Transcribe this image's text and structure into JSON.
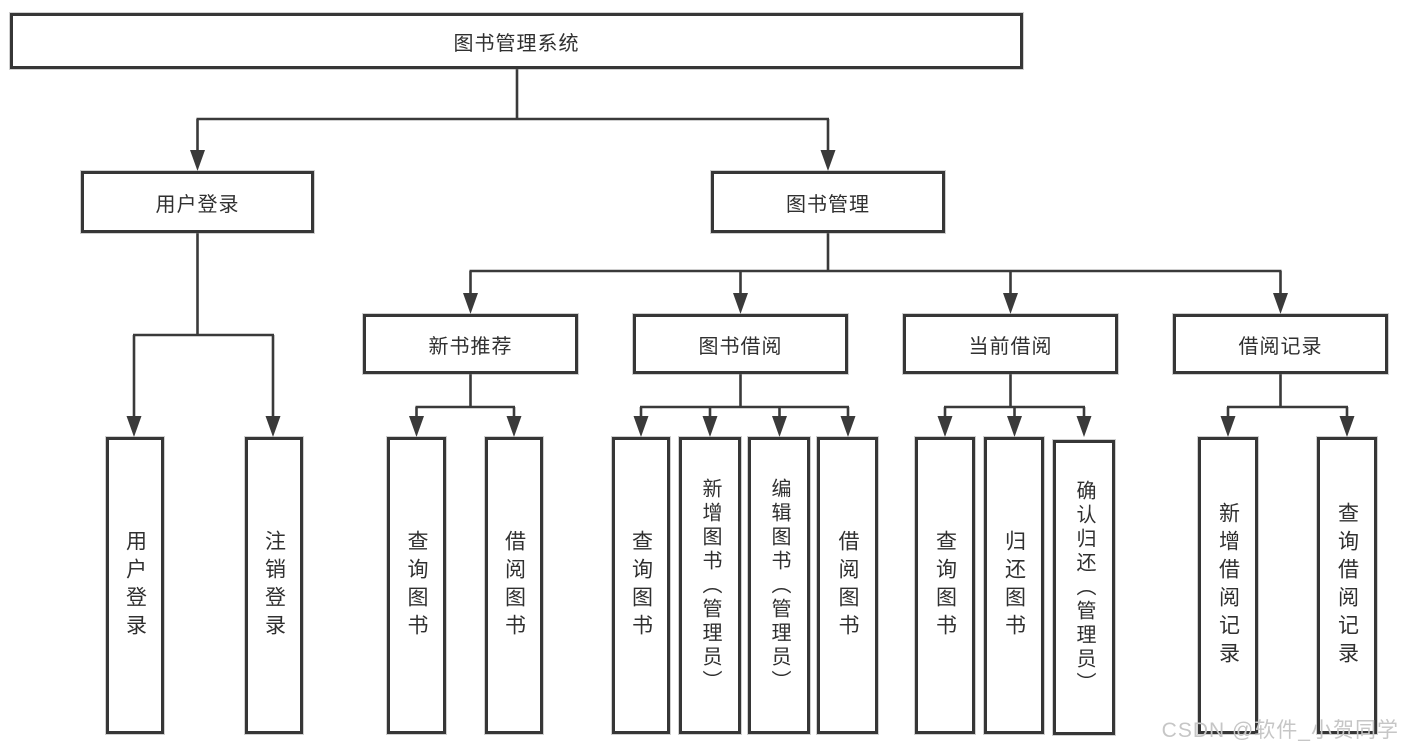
{
  "diagram": {
    "tree": {
      "label": "图书管理系统",
      "children": [
        {
          "label": "用户登录",
          "children": [
            {
              "label": "用户登录"
            },
            {
              "label": "注销登录"
            }
          ]
        },
        {
          "label": "图书管理",
          "children": [
            {
              "label": "新书推荐",
              "children": [
                {
                  "label": "查询图书"
                },
                {
                  "label": "借阅图书"
                }
              ]
            },
            {
              "label": "图书借阅",
              "children": [
                {
                  "label": "查询图书"
                },
                {
                  "label": "新增图书（管理员）"
                },
                {
                  "label": "编辑图书（管理员）"
                },
                {
                  "label": "借阅图书"
                }
              ]
            },
            {
              "label": "当前借阅",
              "children": [
                {
                  "label": "查询图书"
                },
                {
                  "label": "归还图书"
                },
                {
                  "label": "确认归还（管理员）"
                }
              ]
            },
            {
              "label": "借阅记录",
              "children": [
                {
                  "label": "新增借阅记录"
                },
                {
                  "label": "查询借阅记录"
                }
              ]
            }
          ]
        }
      ]
    },
    "colors": {
      "line": "#3a3a3a",
      "border": "#363636",
      "text": "#303030",
      "watermark": "#c6c6c6"
    },
    "watermark_text": "CSDN @软件_小贺同学"
  }
}
